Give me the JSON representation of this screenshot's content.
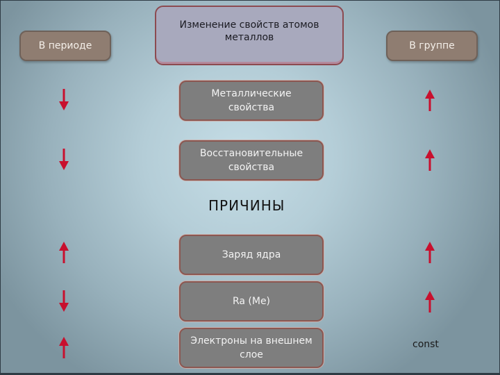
{
  "headers": {
    "left": "В периоде",
    "title": "Изменение свойств атомов металлов",
    "right": "В группе"
  },
  "properties": [
    {
      "label": "Металлические свойства",
      "period_trend": "down",
      "group_trend": "up"
    },
    {
      "label": "Восстановительные свойства",
      "period_trend": "down",
      "group_trend": "up"
    }
  ],
  "reasons_heading": "ПРИЧИНЫ",
  "reasons": [
    {
      "label": "Заряд ядра",
      "period_trend": "up",
      "group_trend": "up"
    },
    {
      "label": "Ra (Me)",
      "period_trend": "down",
      "group_trend": "up"
    },
    {
      "label": "Электроны на внешнем слое",
      "period_trend": "up",
      "group_value": "const"
    }
  ],
  "colors": {
    "arrow": "#c8102e",
    "header_box": "#8f7d71",
    "title_box": "#a8a9bd",
    "item_box": "#7e7e7e"
  }
}
